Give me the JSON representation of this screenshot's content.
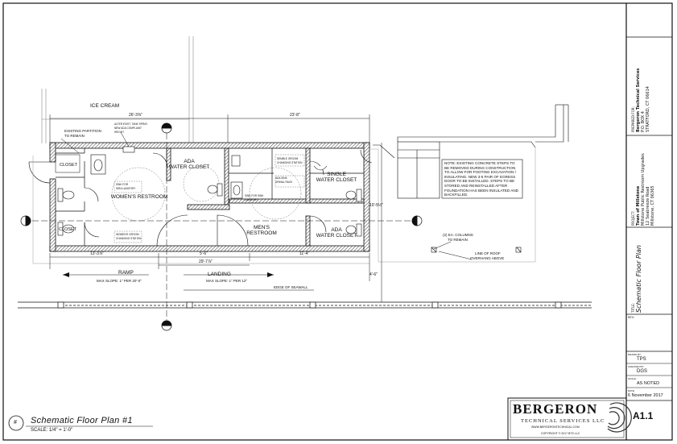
{
  "plan": {
    "rooms": {
      "ice_cream": "ICE CREAM",
      "closet": "CLOSET",
      "ada_wc_top_1": "ADA",
      "ada_wc_top_2": "WATER CLOSET",
      "womens_restroom": "WOMEN'S RESTROOM",
      "single_wc_1": "SINGLE",
      "single_wc_2": "WATER CLOSET",
      "mens_restroom_1": "MEN'S",
      "mens_restroom_2": "RESTROOM",
      "ada_wc_bot_1": "ADA",
      "ada_wc_bot_2": "WATER CLOSET",
      "closet2": "CLOSET"
    },
    "labels": {
      "existing_partition_1": "EXISTING PARTITION",
      "existing_partition_2": "TO REMAIN",
      "remove_tank_1": "ALTER EXIST. TANK SPRAY",
      "remove_tank_2": "NEW ADA COMPLIANT",
      "remove_tank_3": "HEIGHT",
      "gb_1": "SEMBLE GROOM",
      "gb_2": "CHANGING STATION",
      "ada_sink_1": "SINK FOR",
      "ada_sink_2": "CHANGING STATION",
      "urinal_1": "ADA SINK",
      "urinal_2": "URINAL RACK",
      "lav_1": "SINK FOR SINK",
      "lav_2": "LAVATORY",
      "baby_1": "WOMEN'S GROOM",
      "baby_2": "CHANGING STATION",
      "lav_w_1": "SINK FOR",
      "lav_w_2": "SIRA LAVATORY",
      "ramp": "RAMP",
      "ramp_slope": "MAX SLOPE: 1\" PER 20'-0\"",
      "landing": "LANDING",
      "landing_slope": "MAX SLOPE: 1\" PER 12\"",
      "seawall": "EDGE OF SEAWALL",
      "columns_1": "(2) EA: COLUMNS",
      "columns_2": "TO REMAIN",
      "roof_1": "LINE OF ROOF",
      "roof_2": "OVERHANG ABOVE"
    },
    "note": [
      "NOTE: EXISTING CONCRETE STEPS TO",
      "BE REMOVED DURING CONSTRUCTION",
      "TO ALLOW FOR FOOTING EXCAVATION /",
      "INSULATING. NEW 3-6 PAIR OF EGRESS",
      "DOOR TO BE INSTALLED. STEPS TO BE",
      "STORED AND REINSTALLED AFTER",
      "FOUNDATION HAS BEEN INSULATED AND",
      "BACKFILLED."
    ],
    "dims": {
      "top_left": "26'-3⅜\"",
      "top_right": "23'-8\"",
      "bottom_left": "13'-3⅞\"",
      "bottom_mid": "5'-6\"",
      "bottom_right": "11'-4\"",
      "overall": "29'-7⅞\"",
      "right_side": "10'-5½\"",
      "right_lower": "4'-6\""
    }
  },
  "title": {
    "name": "Schematic Floor Plan #1",
    "scale": "SCALE: 1/4\" = 1'-0\"",
    "marker": "#"
  },
  "titleblock": {
    "prepared_for_label": "PREPARED FOR:",
    "prepared_for_1": "Bergeron Technical Services",
    "prepared_for_2": "P.O. BOX 4",
    "prepared_for_3": "STRATFORD, CT 06614",
    "project_label": "PROJECT:",
    "project_1": "Town of Millstone",
    "project_2": "Millstone Public Restroom Upgrades",
    "project_3": "12 Seabreeze Road",
    "project_4": "Millstone, CT 06365",
    "sheet_title_label": "TITLE:",
    "sheet_title": "Schematic Floor Plan",
    "revisions_label": "REV:",
    "drawn_label": "DRAWN BY:",
    "drawn": "TPS",
    "checked_label": "CHECKED BY:",
    "checked": "DGS",
    "scale_label": "SCALE:",
    "scale": "AS NOTED",
    "date_label": "DATE:",
    "date": "6 November 2017",
    "sheet_no": "A1.1",
    "logo_main": "BERGERON",
    "logo_sub": "TECHNICAL SERVICES LLC",
    "logo_url": "WWW.BERGERONTECHNICAL.COM",
    "copyright": "COPYRIGHT © 2017 BTS LLC"
  },
  "colors": {
    "ink": "#111111",
    "hatch": "#777777",
    "light": "#999999"
  }
}
